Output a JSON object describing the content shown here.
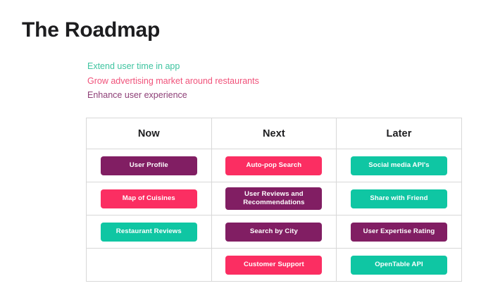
{
  "page": {
    "title": "The Roadmap",
    "background_color": "#ffffff",
    "title_color": "#1d1d1f"
  },
  "colors": {
    "teal": "#0fc6a3",
    "pink": "#fb2e62",
    "purple": "#811e63",
    "border": "#d8d8d8",
    "text_dark": "#1d1d1f",
    "pill_text": "#ffffff"
  },
  "goals": [
    {
      "text": "Extend user time in app",
      "color": "#3fc4a0"
    },
    {
      "text": "Grow advertising market around restaurants",
      "color": "#f0527a"
    },
    {
      "text": "Enhance user experience",
      "color": "#8e3f77"
    }
  ],
  "table": {
    "headers": [
      "Now",
      "Next",
      "Later"
    ],
    "rows": [
      [
        {
          "label": "User Profile",
          "color": "#811e63"
        },
        {
          "label": "Auto-pop Search",
          "color": "#fb2e62"
        },
        {
          "label": "Social media API's",
          "color": "#0fc6a3"
        }
      ],
      [
        {
          "label": "Map of Cuisines",
          "color": "#fb2e62"
        },
        {
          "label": "User Reviews and Recommendations",
          "color": "#811e63"
        },
        {
          "label": "Share with Friend",
          "color": "#0fc6a3"
        }
      ],
      [
        {
          "label": "Restaurant Reviews",
          "color": "#0fc6a3"
        },
        {
          "label": "Search by City",
          "color": "#811e63"
        },
        {
          "label": "User Expertise Rating",
          "color": "#811e63"
        }
      ],
      [
        {
          "label": "",
          "color": ""
        },
        {
          "label": "Customer Support",
          "color": "#fb2e62"
        },
        {
          "label": "OpenTable API",
          "color": "#0fc6a3"
        }
      ]
    ]
  }
}
